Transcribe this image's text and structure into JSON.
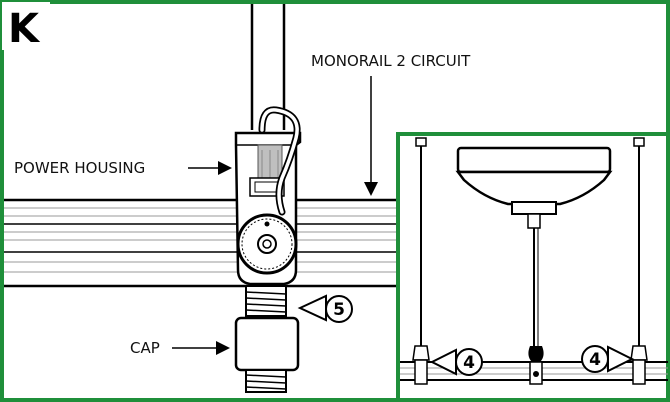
{
  "panel": {
    "letter": "K"
  },
  "labels": {
    "monorail": "MONORAIL 2 CIRCUIT",
    "power_housing": "POWER HOUSING",
    "cap": "CAP"
  },
  "steps": {
    "main": "5",
    "inset_left": "4",
    "inset_right": "4"
  },
  "colors": {
    "border": "#1f8f3a",
    "line": "#000000",
    "rail_gray": "#9a9a9a",
    "paper": "#ffffff"
  }
}
